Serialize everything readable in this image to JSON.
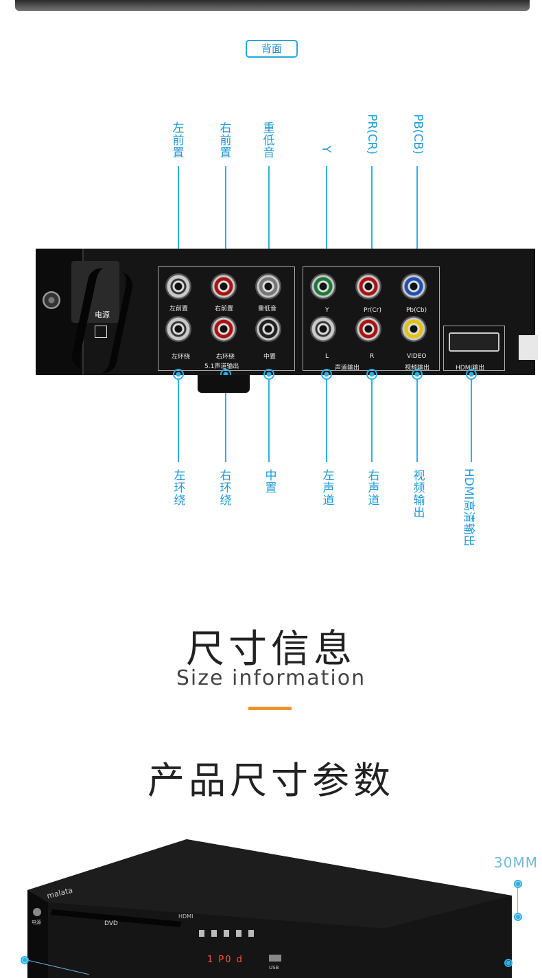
{
  "badge": "背面",
  "top_labels": [
    {
      "id": "left-front",
      "text": "左\n前\n置"
    },
    {
      "id": "right-front",
      "text": "右\n前\n置"
    },
    {
      "id": "subwoofer",
      "text": "重\n低\n音"
    }
  ],
  "top_rot_labels": [
    {
      "id": "y",
      "text": "Y"
    },
    {
      "id": "pr",
      "text": "PR(CR)"
    },
    {
      "id": "pb",
      "text": "PB(CB)"
    }
  ],
  "bottom_labels": [
    {
      "id": "left-surround",
      "text": "左\n环\n绕"
    },
    {
      "id": "right-surround",
      "text": "右\n环\n绕"
    },
    {
      "id": "center",
      "text": "中\n置"
    },
    {
      "id": "left-channel",
      "text": "左\n声\n道"
    },
    {
      "id": "right-channel",
      "text": "右\n声\n道"
    },
    {
      "id": "video-out",
      "text": "视\n频\n输\n出"
    }
  ],
  "hdmi_label": "HDMI高清输出",
  "panel": {
    "power": "电源",
    "j_lf": "左前置",
    "j_rf": "右前置",
    "j_sub": "重低音",
    "j_ls": "左环绕",
    "j_rs": "右环绕",
    "j_c": "中置",
    "g51": "5.1声道输出",
    "y": "Y",
    "pr": "Pr(Cr)",
    "pb": "Pb(Cb)",
    "l": "L",
    "r": "R",
    "video": "VIDEO",
    "stereo": "声道输出",
    "video_out": "视频输出",
    "hdmi_out": "HDMI输出"
  },
  "section_title": "尺寸信息",
  "section_subtitle": "Size information",
  "product_title": "产品尺寸参数",
  "dimension": "30MM",
  "device": {
    "brand": "malata",
    "disc": "DVD",
    "hdmi": "HDMI",
    "display": "1 P0 d",
    "usb": "USB",
    "power": "电源"
  },
  "colors": {
    "accent": "#2fb0e6",
    "orange": "#f0922b"
  }
}
